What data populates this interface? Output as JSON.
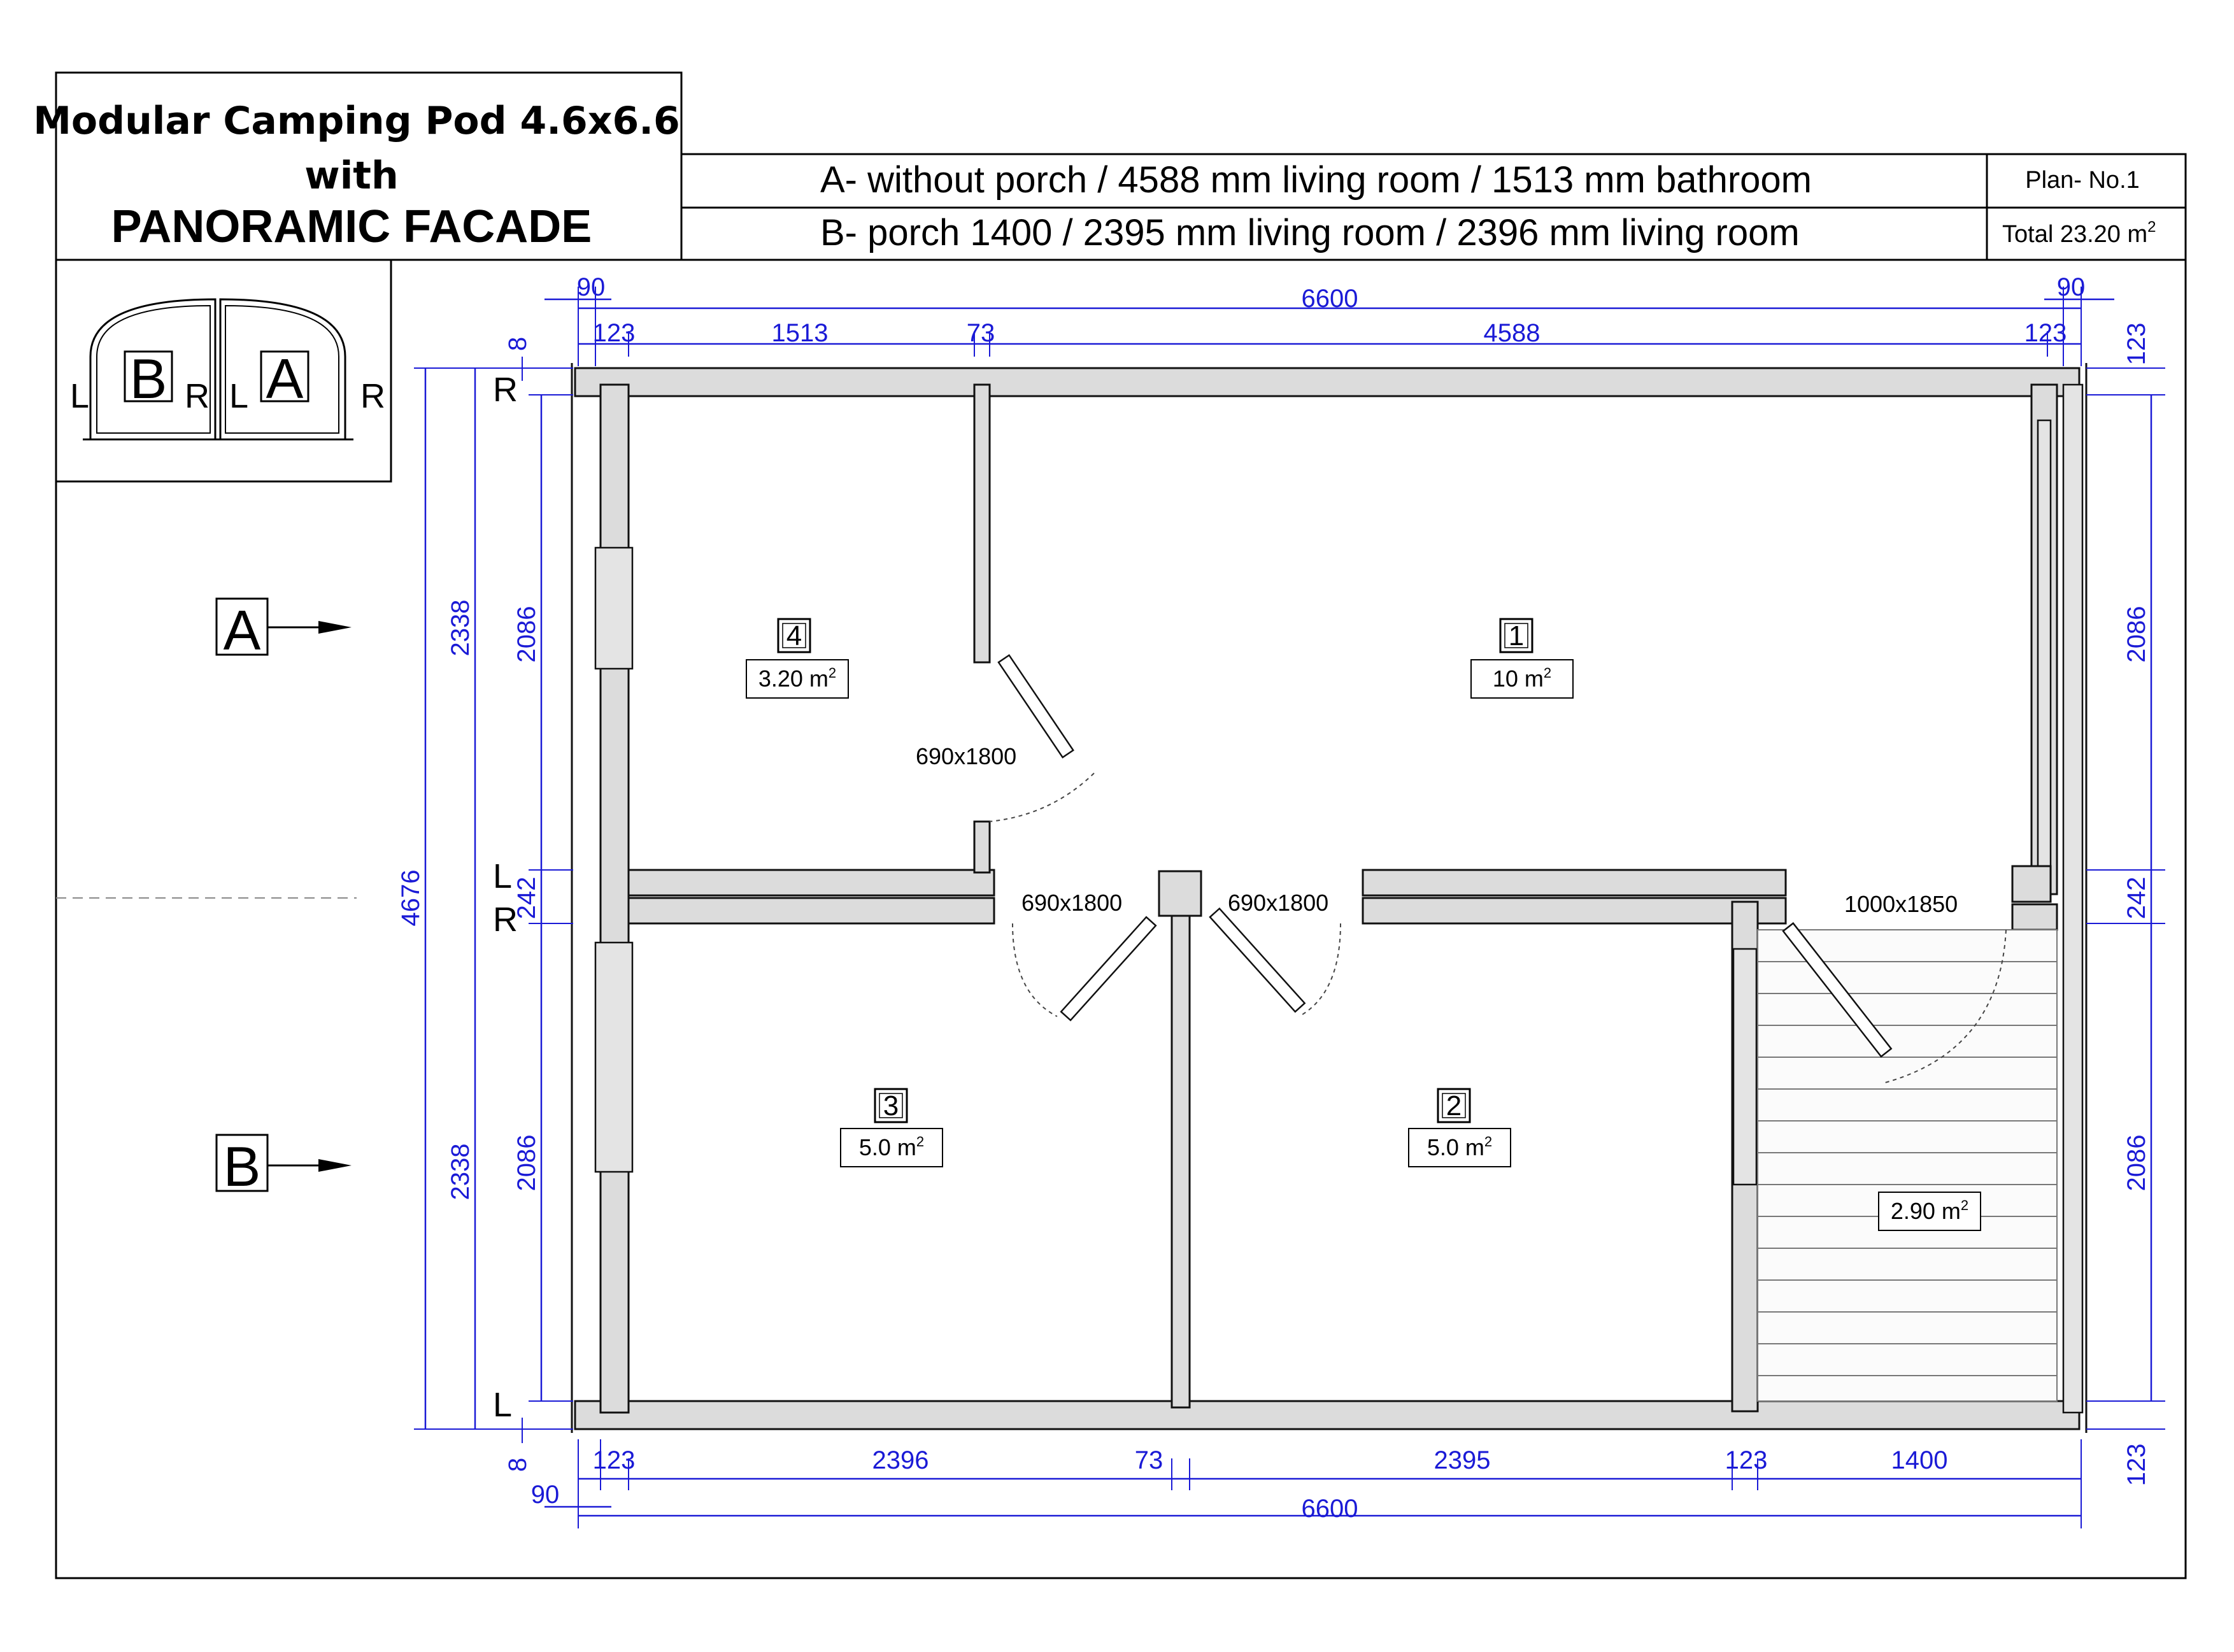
{
  "title": {
    "line1": "Modular Camping Pod 4.6x6.6",
    "line2": "with",
    "line3": "PANORAMIC FACADE"
  },
  "header": {
    "row_a": "A- without porch / 4588 mm living room / 1513 mm bathroom",
    "row_b": "B-  porch 1400 / 2395 mm living room / 2396 mm living room",
    "plan_no": "Plan- No.1",
    "total_prefix": "Total  23.20 m",
    "total_sup": "2"
  },
  "legend": {
    "module_b": "B",
    "module_a": "A",
    "side_l": "L",
    "side_r": "R"
  },
  "section_markers": {
    "a": "A",
    "b": "B"
  },
  "rooms": [
    {
      "num": "1",
      "area": "10 m",
      "sup": "2"
    },
    {
      "num": "2",
      "area": "5.0 m",
      "sup": "2"
    },
    {
      "num": "3",
      "area": "5.0 m",
      "sup": "2"
    },
    {
      "num": "4",
      "area": "3.20 m",
      "sup": "2"
    },
    {
      "num": "",
      "area": "2.90 m",
      "sup": "2"
    }
  ],
  "doors": {
    "bathroom": "690x1800",
    "room3": "690x1800",
    "room2": "690x1800",
    "entrance": "1000x1850"
  },
  "dims": {
    "top_total": "6600",
    "top_90_left": "90",
    "top_90_right": "90",
    "top_123_left": "123",
    "top_1513": "1513",
    "top_73": "73",
    "top_4588": "4588",
    "top_123_right": "123",
    "bottom_123_left": "123",
    "bottom_2396": "2396",
    "bottom_73": "73",
    "bottom_2395": "2395",
    "bottom_123_mid": "123",
    "bottom_1400": "1400",
    "bottom_90": "90",
    "bottom_total": "6600",
    "left_total": "4676",
    "left_2338_top": "2338",
    "left_2338_bottom": "2338",
    "left_2086_top": "2086",
    "left_2086_bottom": "2086",
    "left_242": "242",
    "left_8_top": "8",
    "left_8_bottom": "8",
    "right_123_top": "123",
    "right_2086_top": "2086",
    "right_242": "242",
    "right_2086_bottom": "2086",
    "right_123_bottom": "123"
  },
  "side_marks": {
    "r_top": "R",
    "l_mid": "L",
    "r_mid": "R",
    "l_bottom": "L"
  }
}
